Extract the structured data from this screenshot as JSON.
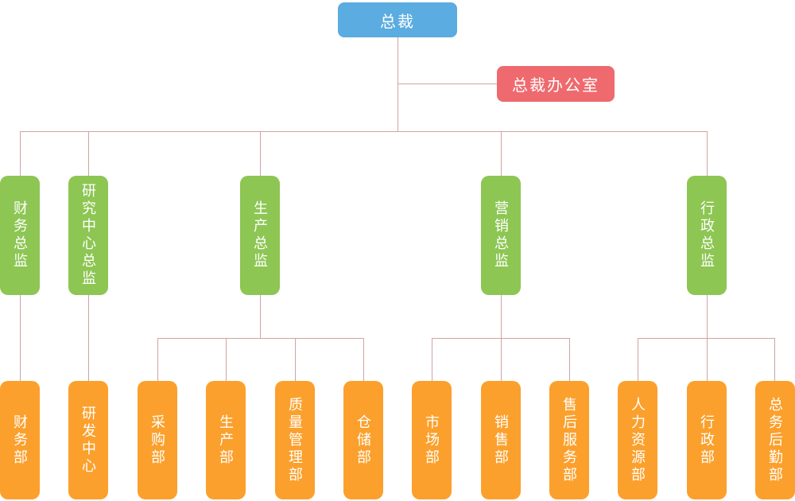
{
  "org_chart": {
    "type": "org-tree",
    "background_color": "#FFFFFF",
    "connector_color": "#CFA4A2",
    "root": {
      "label": "总裁",
      "color": "#5BACE0"
    },
    "staff_node": {
      "label": "总裁办公室",
      "color": "#EE6A6E",
      "parent": "总裁"
    },
    "directors": [
      {
        "label": "财务总监",
        "color": "#8DC653",
        "parent": "总裁"
      },
      {
        "label": "研究中心总监",
        "color": "#8DC653",
        "parent": "总裁"
      },
      {
        "label": "生产总监",
        "color": "#8DC653",
        "parent": "总裁"
      },
      {
        "label": "营销总监",
        "color": "#8DC653",
        "parent": "总裁"
      },
      {
        "label": "行政总监",
        "color": "#8DC653",
        "parent": "总裁"
      }
    ],
    "departments": [
      {
        "label": "财务部",
        "color": "#FBA02C",
        "parent": "财务总监"
      },
      {
        "label": "研发中心",
        "color": "#FBA02C",
        "parent": "研究中心总监"
      },
      {
        "label": "采购部",
        "color": "#FBA02C",
        "parent": "生产总监"
      },
      {
        "label": "生产部",
        "color": "#FBA02C",
        "parent": "生产总监"
      },
      {
        "label": "质量管理部",
        "color": "#FBA02C",
        "parent": "生产总监"
      },
      {
        "label": "仓储部",
        "color": "#FBA02C",
        "parent": "生产总监"
      },
      {
        "label": "市场部",
        "color": "#FBA02C",
        "parent": "营销总监"
      },
      {
        "label": "销售部",
        "color": "#FBA02C",
        "parent": "营销总监"
      },
      {
        "label": "售后服务部",
        "color": "#FBA02C",
        "parent": "营销总监"
      },
      {
        "label": "人力资源部",
        "color": "#FBA02C",
        "parent": "行政总监"
      },
      {
        "label": "行政部",
        "color": "#FBA02C",
        "parent": "行政总监"
      },
      {
        "label": "总务后勤部",
        "color": "#FBA02C",
        "parent": "行政总监"
      }
    ]
  }
}
